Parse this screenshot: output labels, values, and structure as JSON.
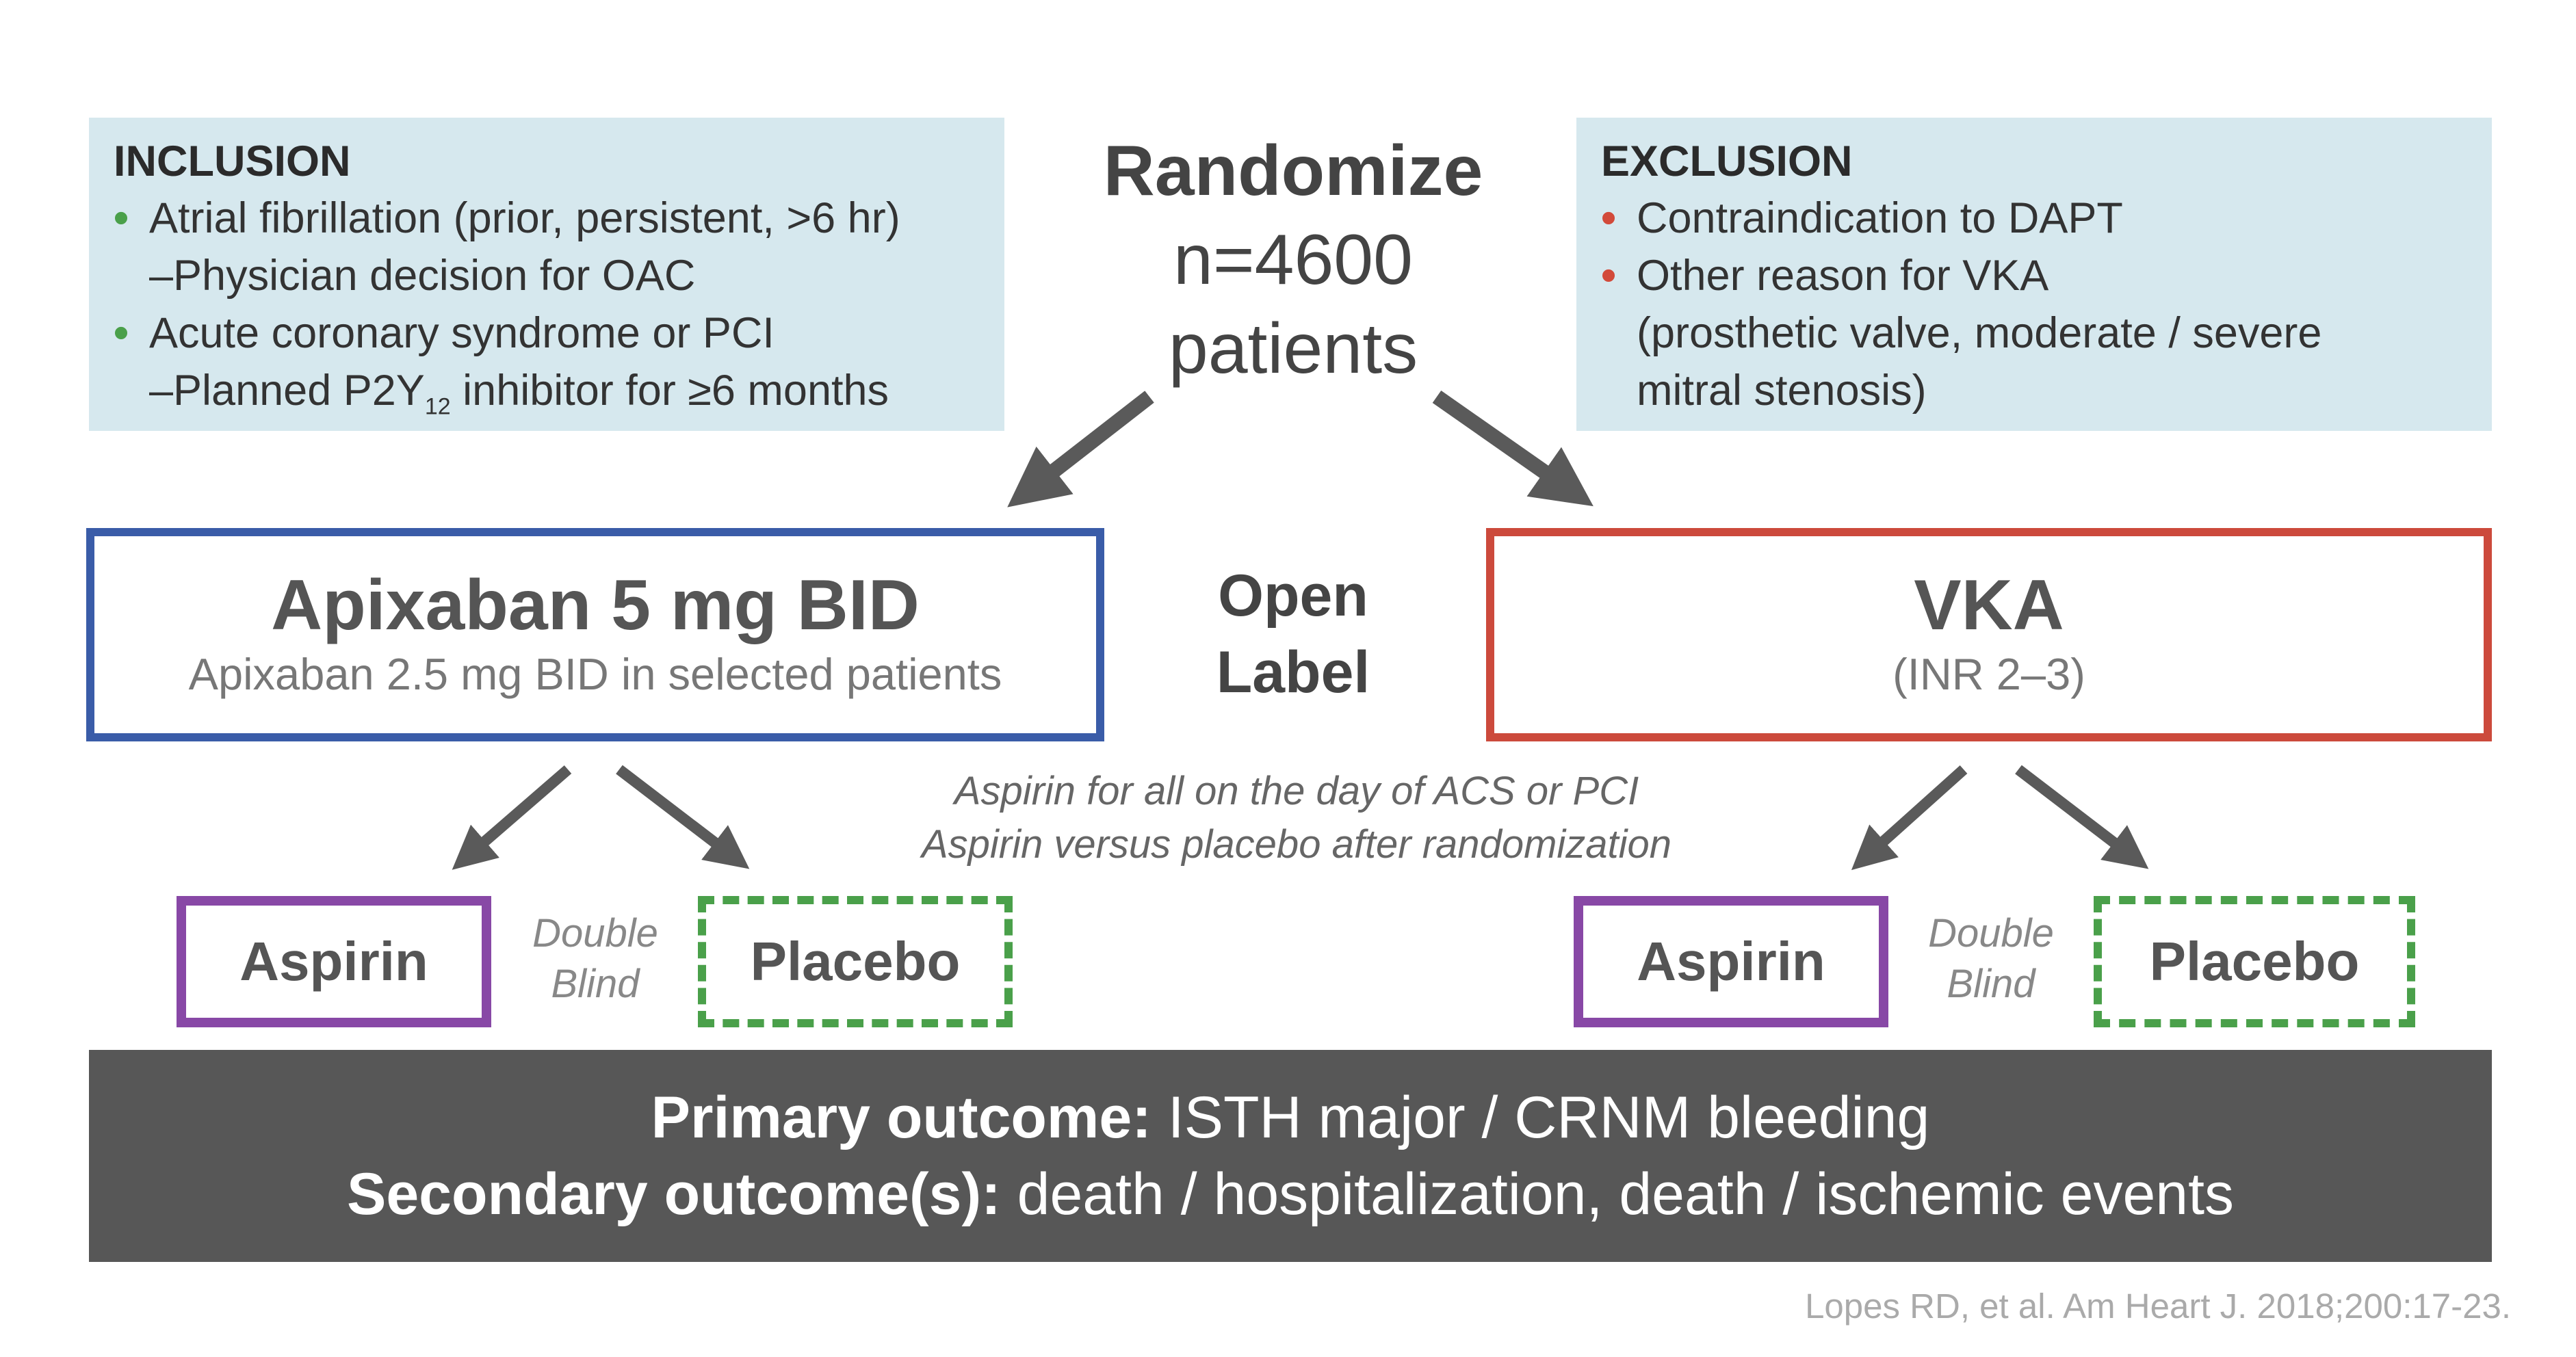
{
  "inclusion": {
    "title": "INCLUSION",
    "items": [
      {
        "text": "Atrial fibrillation (prior, persistent, >6 hr)",
        "sub": "–Physician decision for OAC"
      },
      {
        "text": "Acute coronary syndrome or PCI",
        "sub_prefix": "–Planned P2Y",
        "sub_subscript": "12",
        "sub_suffix": " inhibitor for ≥6 months"
      }
    ]
  },
  "exclusion": {
    "title": "EXCLUSION",
    "items": [
      {
        "text": "Contraindication to DAPT"
      },
      {
        "text": "Other reason for VKA",
        "lines": [
          "(prosthetic valve, moderate / severe",
          "mitral stenosis)"
        ]
      }
    ]
  },
  "randomize": {
    "title": "Randomize",
    "n": "n=4600",
    "unit": "patients"
  },
  "open_label": {
    "line1": "Open",
    "line2": "Label"
  },
  "arm_left": {
    "title": "Apixaban 5 mg BID",
    "subtitle": "Apixaban 2.5 mg BID in selected patients"
  },
  "arm_right": {
    "title": "VKA",
    "subtitle": "(INR 2–3)"
  },
  "aspirin_note": {
    "line1": "Aspirin for all on the day of ACS or PCI",
    "line2": "Aspirin versus placebo after randomization"
  },
  "subgroups": {
    "aspirin_label": "Aspirin",
    "placebo_label": "Placebo",
    "blind_line1": "Double",
    "blind_line2": "Blind"
  },
  "outcomes": {
    "primary_label": "Primary outcome:",
    "primary_value": " ISTH major / CRNM bleeding",
    "secondary_label": "Secondary outcome(s):",
    "secondary_value": " death / hospitalization, death / ischemic events"
  },
  "citation": "Lopes RD, et al. Am Heart J. 2018;200:17-23.",
  "colors": {
    "criteria_bg": "#d6e8ee",
    "apixaban_border": "#3a5ca8",
    "vka_border": "#cc4a3c",
    "aspirin_border": "#8848a6",
    "placebo_border": "#4aa04a",
    "arrow": "#5a5a5a",
    "outcome_bg": "#575757"
  }
}
